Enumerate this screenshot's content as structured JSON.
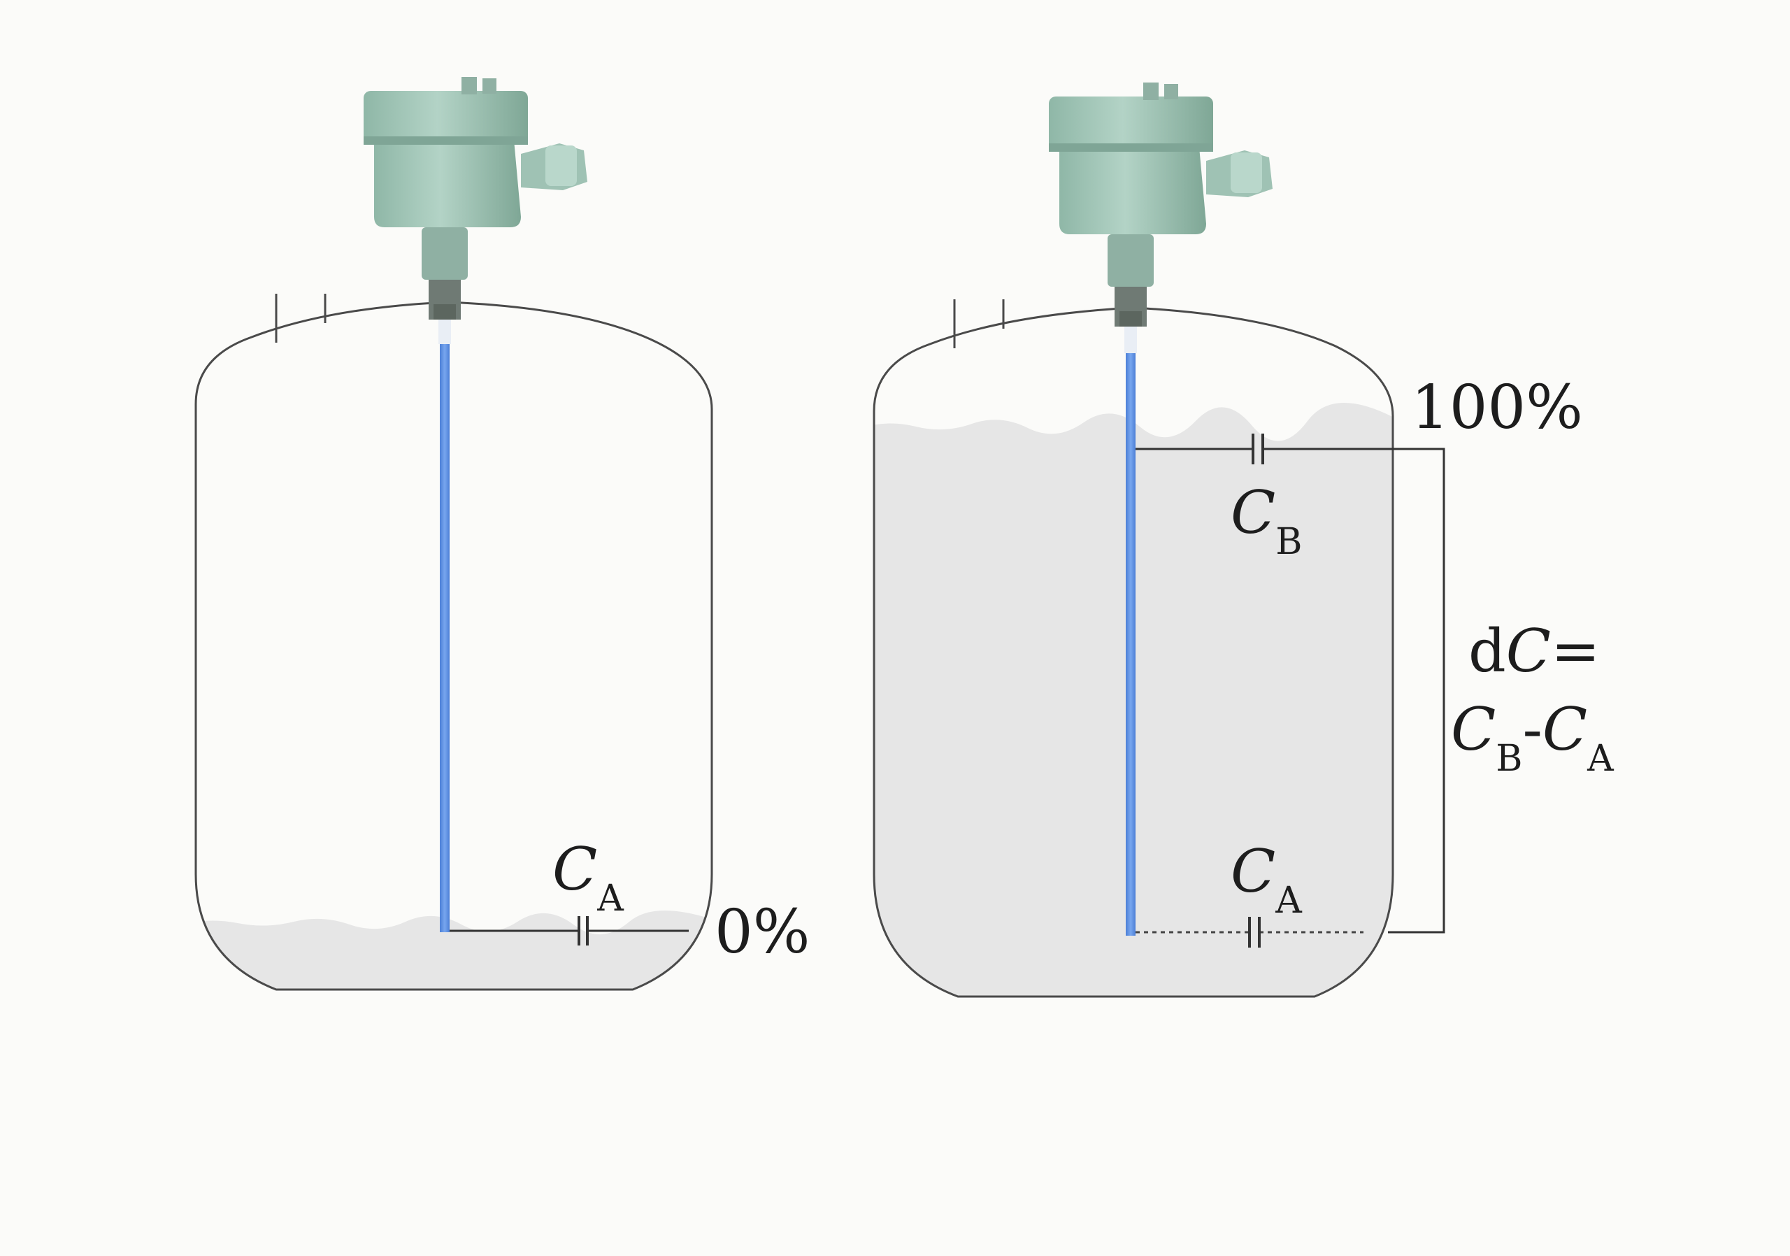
{
  "colors": {
    "background": "#fbfbf9",
    "liquid": "#e6e6e6",
    "probe": "#5b8fe0",
    "housing": "#a9cbbd",
    "outline": "#4a4a4a"
  },
  "tank_empty": {
    "level_label": "0%",
    "capacitor": {
      "symbol": "C",
      "subscript": "A"
    }
  },
  "tank_full": {
    "level_label": "100%",
    "capacitor_top": {
      "symbol": "C",
      "subscript": "B"
    },
    "capacitor_bottom": {
      "symbol": "C",
      "subscript": "A"
    }
  },
  "formula": {
    "line1_prefix": "d",
    "line1_symbol": "C",
    "line1_equals": "=",
    "line2_symbol_1": "C",
    "line2_subscript_1": "B",
    "line2_minus": "-",
    "line2_symbol_2": "C",
    "line2_subscript_2": "A"
  }
}
